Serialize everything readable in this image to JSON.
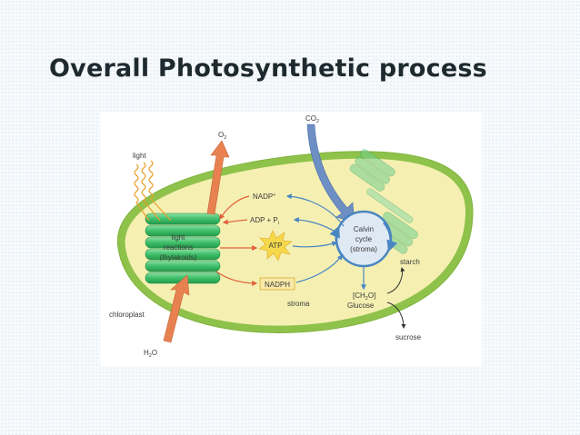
{
  "slide": {
    "title": "Overall Photosynthetic process"
  },
  "diagram": {
    "label_light": "light",
    "label_o2": "O",
    "label_o2_sub": "2",
    "label_co2": "CO",
    "label_co2_sub": "2",
    "label_h2o_h": "H",
    "label_h2o_sub": "2",
    "label_h2o_o": "O",
    "label_nadp": "NADP",
    "label_nadp_sup": "+",
    "label_adp_pi": "ADP + P",
    "label_adp_pi_sub": "i",
    "label_atp": "ATP",
    "label_nadph": "NADPH",
    "light_reactions_line1": "light",
    "light_reactions_line2": "reactions",
    "light_reactions_line3": "(thylakoids)",
    "calvin_line1": "Calvin",
    "calvin_line2": "cycle",
    "calvin_line3": "(stroma)",
    "label_stroma": "stroma",
    "label_chloroplast": "chloroplast",
    "label_ch2o_open": "[CH",
    "label_ch2o_sub": "2",
    "label_ch2o_close": "O]",
    "label_glucose": "Glucose",
    "label_starch": "starch",
    "label_sucrose": "sucrose"
  },
  "colors": {
    "chloroplast_fill": "#f5f0b2",
    "chloroplast_stroke": "#8fc24a",
    "thylakoid_fill": "#3fbf6a",
    "light_arrow": "#e8872d",
    "h2o_o2_arrow": "#e88150",
    "co2_arrow": "#6d8fc4",
    "cycle_blue": "#4a86c2",
    "red_arrow": "#e0603a"
  }
}
